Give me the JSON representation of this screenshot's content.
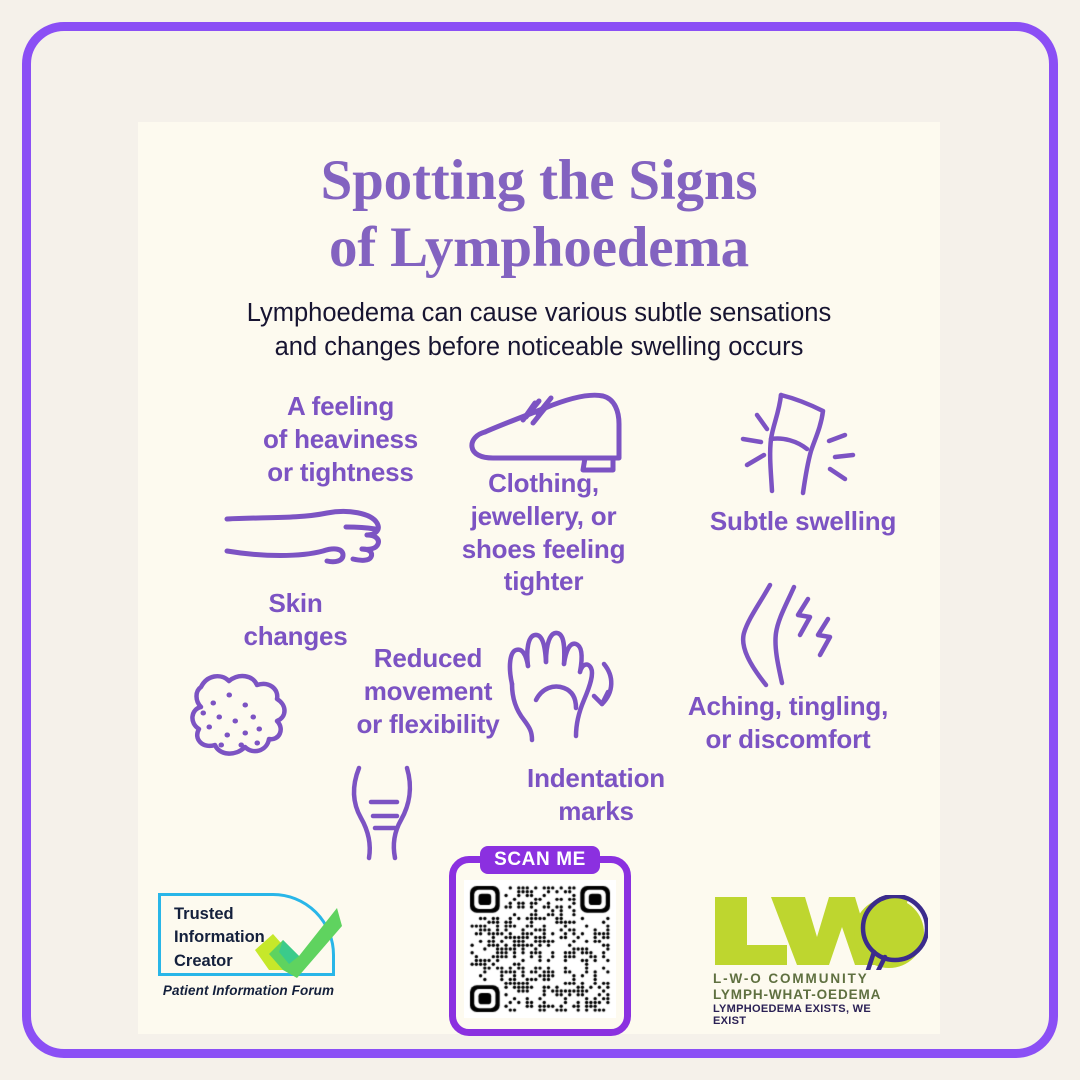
{
  "colors": {
    "page_background": "#f5f1ea",
    "frame_purple": "#8b4ff5",
    "card_background": "#fdfaef",
    "title_purple": "#8363c0",
    "label_purple": "#7c53c3",
    "icon_purple": "#7c53c3",
    "body_text": "#171431",
    "qr_purple": "#8b30e0",
    "pif_cyan": "#29b6e8",
    "pif_green": "#5fd35f",
    "pif_lime": "#c6e82a",
    "lwo_green": "#bed62f",
    "lwo_purple": "#3b2b8c",
    "lwo_tag_green": "#5f7040",
    "lwo_tag_dark": "#2b2155"
  },
  "header": {
    "title_line1": "Spotting the Signs",
    "title_line2": "of Lymphoedema",
    "subtitle_line1": "Lymphoedema can cause various subtle sensations",
    "subtitle_line2": "and changes before noticeable swelling occurs"
  },
  "symptoms": [
    {
      "id": "heaviness",
      "icon": "arm-fist-icon",
      "label_lines": [
        "A feeling",
        "of heaviness",
        "or tightness"
      ]
    },
    {
      "id": "clothing-tighter",
      "icon": "shoe-icon",
      "label_lines": [
        "Clothing,",
        "jewellery, or",
        "shoes feeling",
        "tighter"
      ]
    },
    {
      "id": "subtle-swelling",
      "icon": "swollen-limb-icon",
      "label_lines": [
        "Subtle swelling"
      ]
    },
    {
      "id": "skin-changes",
      "icon": "skin-texture-icon",
      "label_lines": [
        "Skin",
        "changes"
      ]
    },
    {
      "id": "reduced-movement",
      "icon": "restricted-limb-icon",
      "label_lines": [
        "Reduced",
        "movement",
        "or flexibility"
      ]
    },
    {
      "id": "indentation-marks",
      "icon": "hand-press-icon",
      "label_lines": [
        "Indentation",
        "marks"
      ]
    },
    {
      "id": "aching-tingling",
      "icon": "joint-pain-icon",
      "label_lines": [
        "Aching, tingling,",
        "or discomfort"
      ]
    }
  ],
  "footer": {
    "pif": {
      "line1": "Trusted",
      "line2": "Information",
      "line3": "Creator",
      "caption": "Patient Information Forum",
      "icon": "green-check-icon"
    },
    "qr": {
      "scan_label": "SCAN ME",
      "icon": "qr-code-icon"
    },
    "lwo": {
      "wordmark": "LWO",
      "tagline1": "L-W-O COMMUNITY",
      "tagline2": "LYMPH-WHAT-OEDEMA",
      "tagline3": "LYMPHOEDEMA EXISTS, WE EXIST",
      "icon": "magnifying-glass-icon"
    }
  }
}
